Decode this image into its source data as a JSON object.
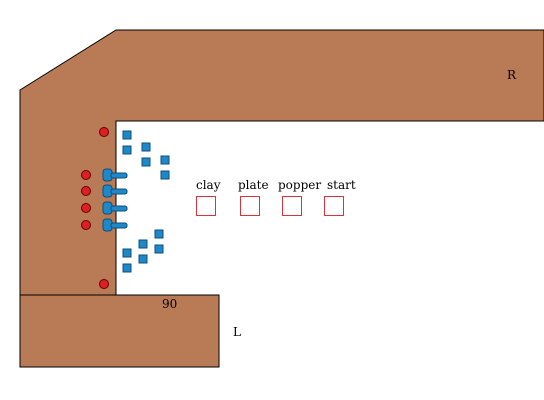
{
  "labels": {
    "corner_right": "R",
    "corner_left": "L",
    "angle": "90"
  },
  "controls": [
    {
      "id": "clay",
      "label": "clay"
    },
    {
      "id": "plate",
      "label": "plate"
    },
    {
      "id": "popper",
      "label": "popper"
    },
    {
      "id": "start",
      "label": "start"
    }
  ],
  "colors": {
    "berm": "#b87b56",
    "berm_outline": "#000000",
    "red_marker": "#e02020",
    "blue_marker": "#1e88c8",
    "checkbox_border": "#d9343a"
  }
}
